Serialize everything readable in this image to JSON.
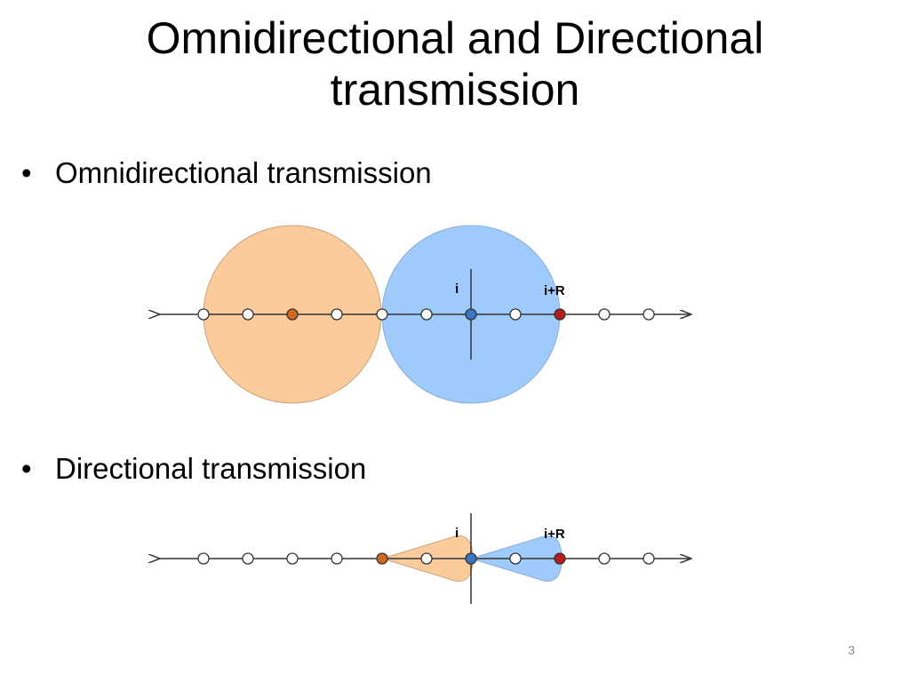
{
  "slide": {
    "title": "Omnidirectional and Directional transmission",
    "bullets": [
      "Omnidirectional transmission",
      "Directional transmission"
    ],
    "bullet_symbol": "•",
    "slide_number": "3"
  },
  "diagrams": {
    "label_i": "i",
    "label_i_plus_r": "i+R",
    "colors": {
      "orange_fill": "#fbcb9c",
      "orange_node": "#d2691e",
      "blue_fill": "#9ecbfb",
      "blue_node": "#3a78c4",
      "red_node": "#b81c1c",
      "line": "#333333"
    }
  }
}
